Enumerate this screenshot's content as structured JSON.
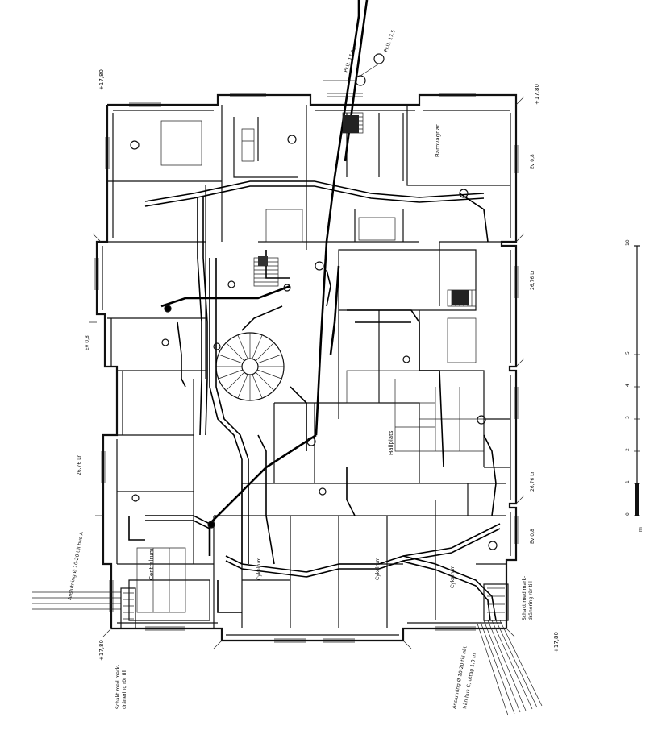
{
  "labels": {
    "level_tr": "+17,80",
    "level_tl": "+17,80",
    "level_bl": "+17,80",
    "level_br": "+17,80",
    "barnvagnar": "Barnvagnar",
    "hallplats": "Hallplats",
    "cykelrum1": "Cykelrum",
    "cykelrum2": "Cykelrum",
    "cykelrum3": "Cykelrum",
    "centralrum": "Centralrum",
    "mark_top1": "Pr.U. 17,92",
    "mark_top2": "Pr.U. 17,5",
    "elev_left": "26,76 Lr",
    "elev_right1": "26,76 Lr",
    "elev_right2": "26,76 Lr",
    "bottom_note1": "Anslutning Ø 10-20 till nät",
    "bottom_note2": "från hus C, uttag 1,0 m",
    "left_note1": "Anslutning Ø 10-20 till hus A",
    "left_note2": "Schakt med mark-",
    "left_note3": "dränering rör till",
    "right_note1": "Schakt med mark-",
    "right_note2": "dränering rör till",
    "scale_title": "m",
    "ev1": "Ev 0,8",
    "ev2": "Ev 0,8",
    "ev3": "Ev 0,8"
  },
  "scale": {
    "ticks": [
      "0",
      "1",
      "2",
      "3",
      "4",
      "5",
      "10"
    ]
  }
}
